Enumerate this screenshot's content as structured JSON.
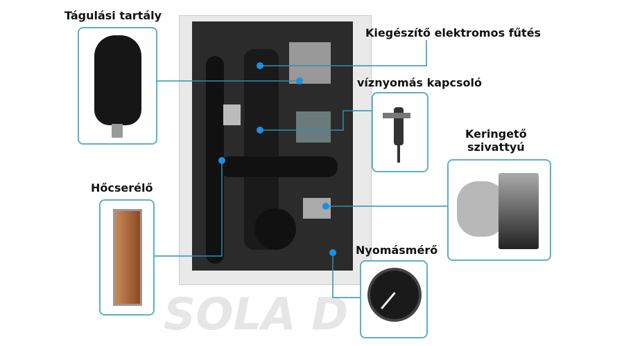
{
  "labels": {
    "expansion_tank": "Tágulási tartály",
    "electric_heater": "Kiegészítő elektromos fűtés",
    "pressure_switch": "víznyomás kapcsoló",
    "circulation_pump_line1": "Keringető",
    "circulation_pump_line2": "szivattyú",
    "heat_exchanger": "Hőcserélő",
    "pressure_gauge": "Nyomásmérő"
  },
  "watermark": "SOLA D",
  "colors": {
    "callout_line": "#2e8fb0",
    "callout_dot": "#1e8fe0",
    "box_border": "#5bb0c8"
  }
}
